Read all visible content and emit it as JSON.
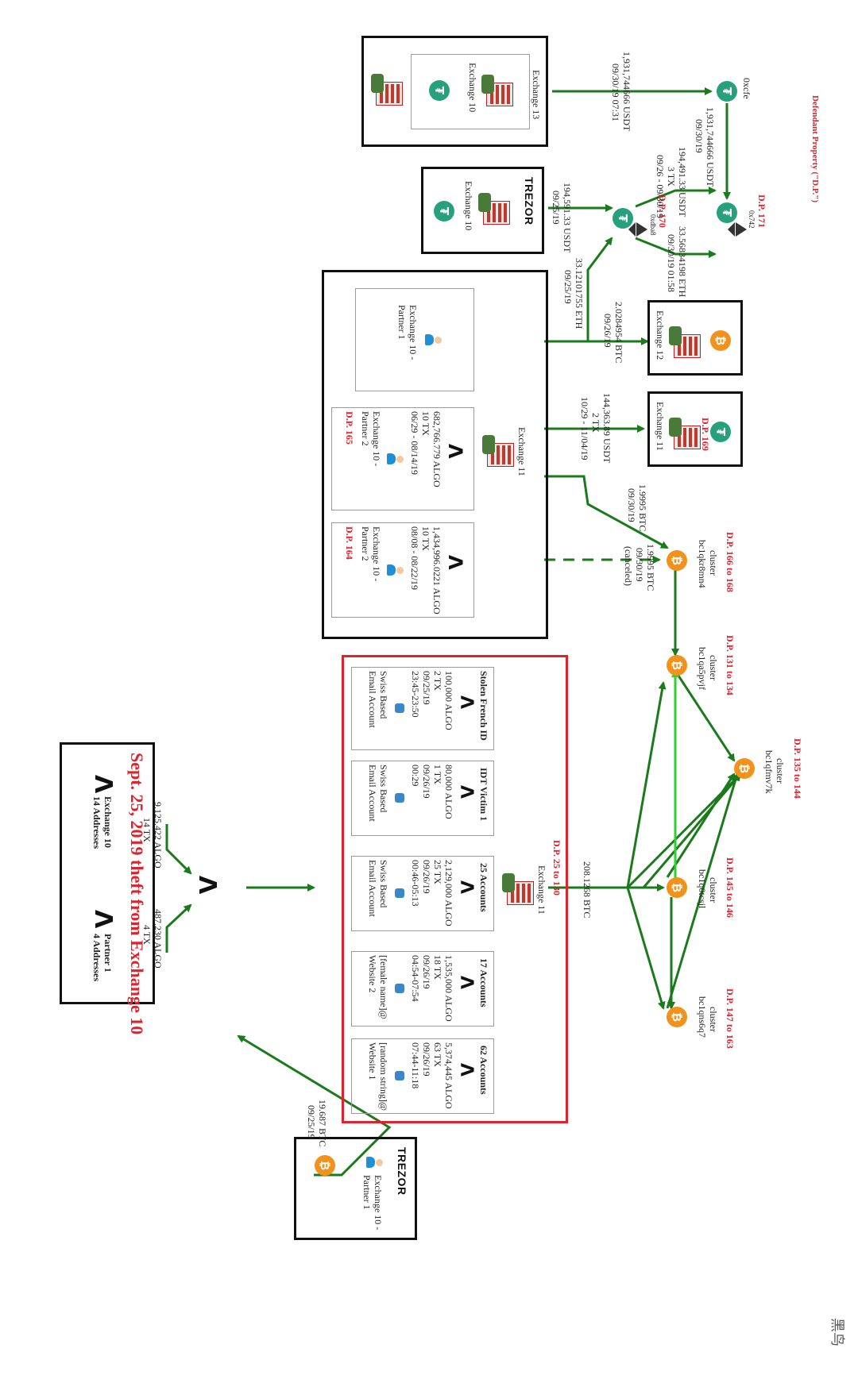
{
  "title": "Sept. 25, 2019 theft from Exchange 10",
  "legend": "Defendant Property (\"D.P.\")",
  "watermark": "黑鸟",
  "sources": {
    "exchange10": {
      "name": "Exchange 10",
      "sub": "14 Addresses"
    },
    "partner1": {
      "name": "Partner 1",
      "sub": "4 Addresses"
    },
    "edge_exchange10": {
      "amount": "9,125,422 ALGO",
      "tx": "14 TX"
    },
    "edge_partner1": {
      "amount": "487,230 ALGO",
      "tx": "4 TX"
    }
  },
  "exchange11_red": {
    "label": "Exchange 11",
    "dp": "D.P. 25 to 130",
    "accounts": [
      {
        "title": "62 Accounts",
        "amount": "5,374,445 ALGO",
        "tx": "63 TX",
        "date": "09/26/19",
        "time": "07:44-11:18",
        "account": "[random string]@",
        "account2": "Website 1"
      },
      {
        "title": "17 Accounts",
        "amount": "1,535,000 ALGO",
        "tx": "18 TX",
        "date": "09/26/19",
        "time": "04:54-07:54",
        "account": "[female name]@",
        "account2": "Website 2"
      },
      {
        "title": "25 Accounts",
        "amount": "2,129,000 ALGO",
        "tx": "25 TX",
        "date": "09/26/19",
        "time": "00:46-05:13",
        "account": "Swiss Based",
        "account2": "Email Account"
      },
      {
        "title": "IDT Victim 1",
        "amount": "80,000 ALGO",
        "tx": "1 TX",
        "date": "09/26/19",
        "time": "00:29",
        "account": "Swiss Based",
        "account2": "Email Account"
      },
      {
        "title": "Stolen French ID",
        "amount": "100,000 ALGO",
        "tx": "2 TX",
        "date": "09/25/19",
        "time": "23:45-23:50",
        "account": "Swiss Based",
        "account2": "Email Account"
      }
    ]
  },
  "exchange11_black": {
    "label": "Exchange 11",
    "partners": [
      {
        "name": "Exchange 10 -",
        "name2": "Partner 2",
        "amount": "1,434,996.0221 ALGO",
        "tx": "10 TX",
        "date": "08/08 - 08/22/19",
        "dp": "D.P. 164"
      },
      {
        "name": "Exchange 10 -",
        "name2": "Partner 2",
        "amount": "682,766.779 ALGO",
        "tx": "10 TX",
        "date": "06/29 - 08/14/19",
        "dp": "D.P. 165"
      },
      {
        "name": "Exchange 10 -",
        "name2": "Partner 1"
      }
    ]
  },
  "trezor_btc": {
    "brand": "TREZOR",
    "name": "Exchange 10 -",
    "name2": "Partner 1",
    "amount": "19.687 BTC",
    "date": "09/25/19"
  },
  "edge_208": "208.1268 BTC",
  "clusters": [
    {
      "addr": "bc1qns6q7",
      "sub": "cluster",
      "dp": "D.P. 147 to 163"
    },
    {
      "addr": "bc1q0tcsjl",
      "sub": "cluster",
      "dp": "D.P. 145 to 146"
    },
    {
      "addr": "bc1qfmv7k",
      "sub": "cluster",
      "dp": "D.P. 135 to 144"
    },
    {
      "addr": "bc1qa5pvjf",
      "sub": "cluster",
      "dp": "D.P. 131 to 134"
    },
    {
      "addr": "bc1qkr8mn4",
      "sub": "cluster",
      "dp": "D.P. 166 to 168"
    }
  ],
  "edge_canceled": {
    "amount": "1.9995 BTC",
    "date": "09/30/19",
    "note": "(canceled)"
  },
  "edge_1995": {
    "amount": "1.9995 BTC",
    "date": "09/30/19"
  },
  "ex11_dp169": {
    "name": "Exchange 11",
    "dp": "D.P. 169",
    "amount": "144,363.89 USDT",
    "tx": "2 TX",
    "date": "10/29 - 11/04/19"
  },
  "ex12": {
    "name": "Exchange 12",
    "amount": "2.0284954 BTC",
    "date": "09/26/19"
  },
  "eth_edge": {
    "amount": "33.12101755 ETH",
    "date": "09/25/19"
  },
  "trezor_usdt": {
    "brand": "TREZOR",
    "name": "Exchange 10",
    "amount": "194,591.33 USDT",
    "date": "09/25/19"
  },
  "ex13": {
    "name": "Exchange 13",
    "inner": "Exchange 10",
    "amount": "1,931,744666 USDT",
    "date": "09/30/19 07:31"
  },
  "addr_0xcfe": "0xcfe",
  "dp170": {
    "addr": "0xdba8",
    "dp": "D.P. 170"
  },
  "dp171": {
    "addr": "0x742",
    "dp": "D.P. 171"
  },
  "edge_0xcfe_down": {
    "amount": "1,931,744666 USDT",
    "date": "09/30/19"
  },
  "edge_170_171_usdt": {
    "amount": "194,491.33 USDT",
    "tx": "3 TX",
    "date": "09/26 - 09/30/19"
  },
  "edge_170_171_eth": {
    "amount": "33.56834198 ETH",
    "date": "09/30/19 01:58"
  },
  "colors": {
    "arrow": "#1b7a1b",
    "arrow_bright": "#2fd02f",
    "red": "#e0222c",
    "usdt": "#26a17b",
    "btc": "#f2911b"
  }
}
